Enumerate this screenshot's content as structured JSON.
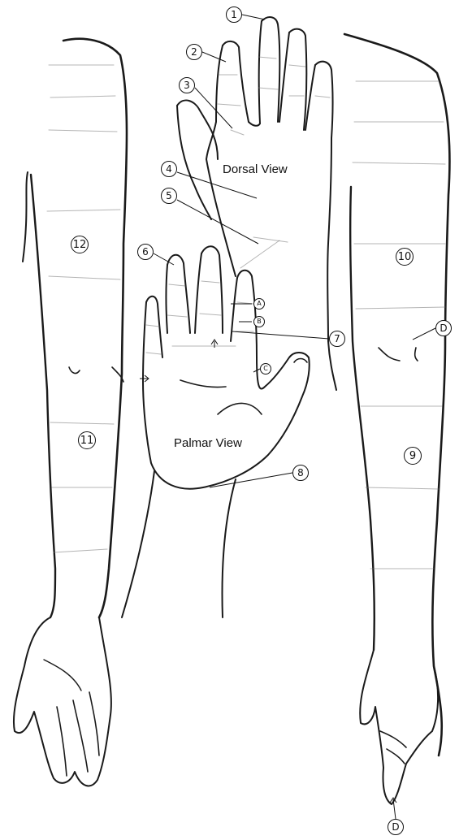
{
  "captions": {
    "dorsal": "Dorsal View",
    "palmar": "Palmar View"
  },
  "markers": {
    "m1": "1",
    "m2": "2",
    "m3": "3",
    "m4": "4",
    "m5": "5",
    "m6": "6",
    "m7": "7",
    "m8": "8",
    "m9": "9",
    "m10": "10",
    "m11": "11",
    "m12": "12",
    "mA": "A",
    "mB": "B",
    "mC": "C",
    "mD_upper": "D",
    "mD_lower": "D"
  }
}
